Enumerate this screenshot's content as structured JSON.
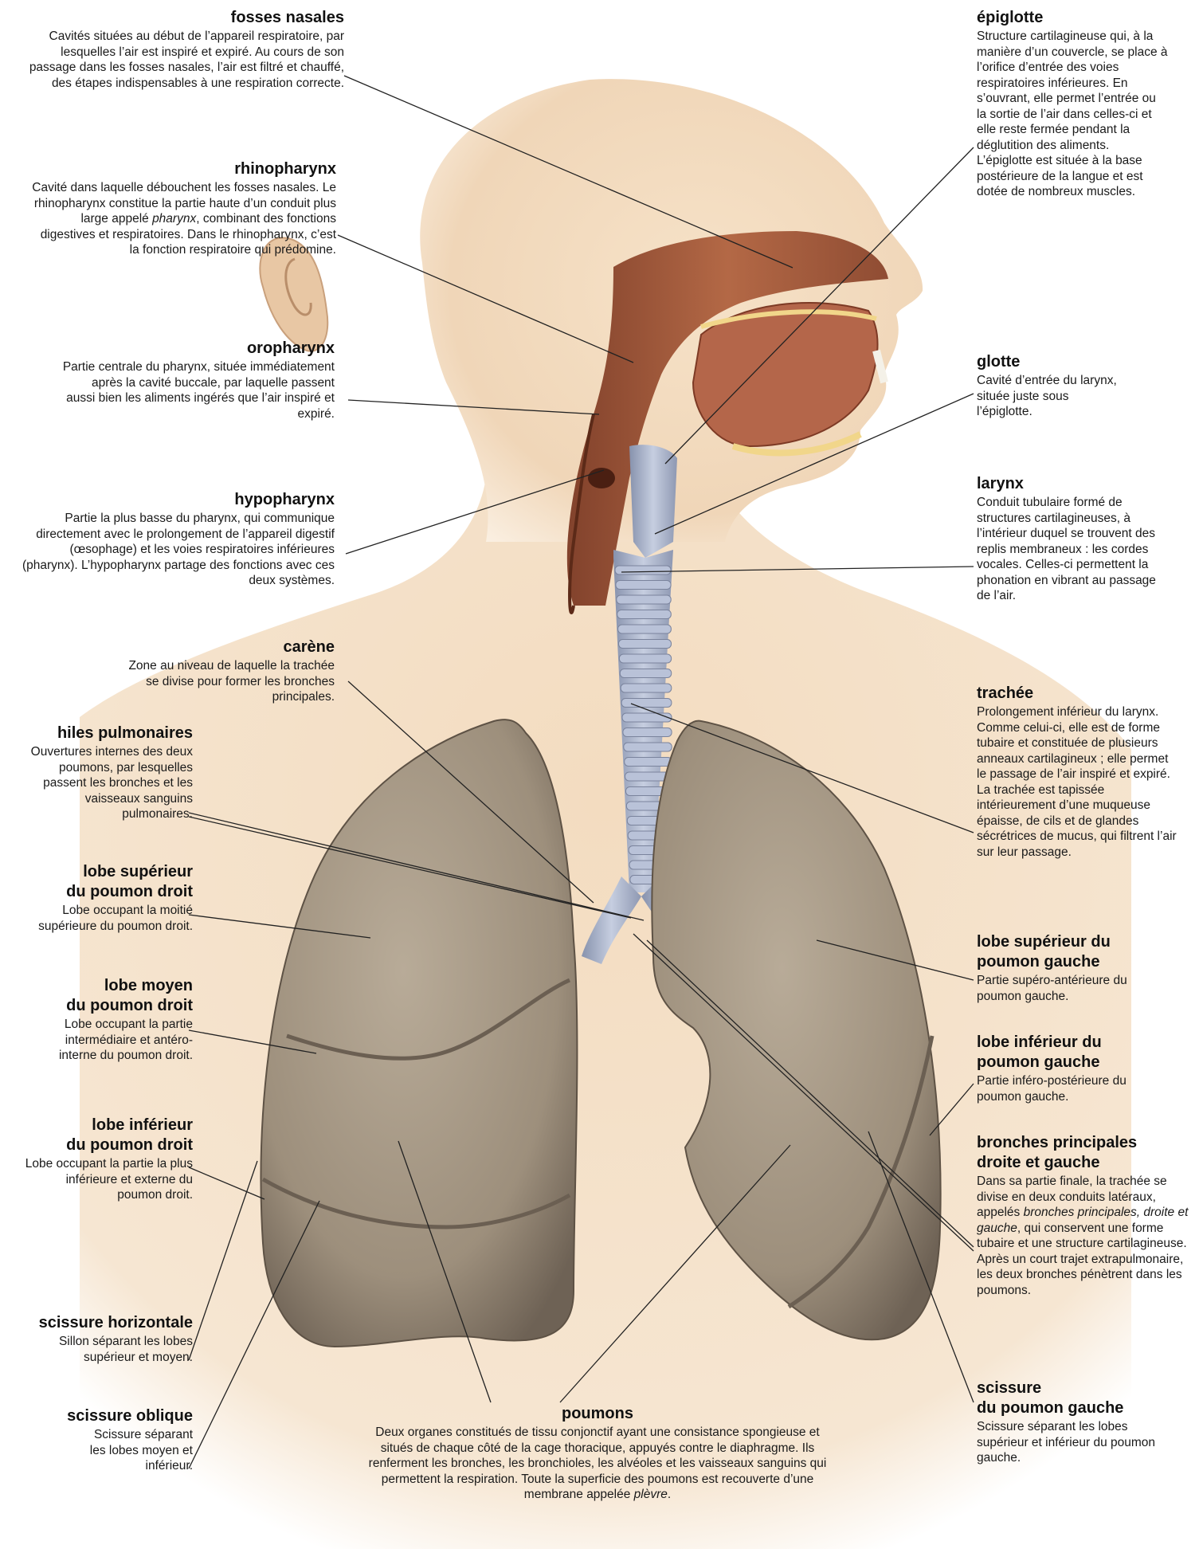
{
  "labels": {
    "fosses_nasales": {
      "title": "fosses nasales",
      "text": "Cavités situées au début de l’appareil respiratoire, par lesquelles l’air est inspiré et expiré. Au cours de son passage dans les fosses nasales, l’air est filtré et chauffé, des étapes indispensables à une respiration correcte."
    },
    "rhinopharynx": {
      "title": "rhinopharynx",
      "text_before": "Cavité dans laquelle débouchent les fosses nasales. Le rhinopharynx constitue la partie haute d’un conduit plus large appelé ",
      "text_em": "pharynx",
      "text_after": ", combinant des fonctions digestives et respiratoires. Dans le rhinopharynx, c’est la fonction respiratoire qui prédomine."
    },
    "oropharynx": {
      "title": "oropharynx",
      "text": "Partie centrale du pharynx, située immédiatement après la cavité buccale, par laquelle passent aussi bien les aliments ingérés que l’air inspiré et expiré."
    },
    "hypopharynx": {
      "title": "hypopharynx",
      "text": "Partie la plus basse du pharynx, qui communique directement avec le prolongement de l’appareil digestif (œsophage) et les voies respiratoires inférieures (pharynx). L’hypopharynx partage des fonctions avec ces deux systèmes."
    },
    "carene": {
      "title": "carène",
      "text": "Zone au niveau de laquelle la trachée se divise pour former les bronches principales."
    },
    "hiles_pulmonaires": {
      "title": "hiles pulmonaires",
      "text": "Ouvertures internes des deux poumons, par lesquelles passent les bronches et les vaisseaux sanguins pulmonaires."
    },
    "lobe_sup_droit": {
      "title_1": "lobe supérieur",
      "title_2": "du poumon droit",
      "text": "Lobe occupant la moitié supérieure du poumon droit."
    },
    "lobe_moyen_droit": {
      "title_1": "lobe moyen",
      "title_2": "du poumon droit",
      "text": "Lobe occupant la partie intermédiaire et antéro-interne du poumon droit."
    },
    "lobe_inf_droit": {
      "title_1": "lobe inférieur",
      "title_2": "du poumon droit",
      "text": "Lobe occupant la partie la plus inférieure et externe du poumon droit."
    },
    "scissure_horizontale": {
      "title": "scissure horizontale",
      "text": "Sillon séparant les lobes supérieur et moyen."
    },
    "scissure_oblique": {
      "title": "scissure oblique",
      "text": "Scissure séparant les lobes moyen et inférieur."
    },
    "poumons": {
      "title": "poumons",
      "text_before": "Deux organes constitués de tissu conjonctif ayant une consistance spongieuse et situés de chaque côté de la cage thoracique, appuyés contre le diaphragme. Ils renferment les bronches, les bronchioles, les alvéoles et les vaisseaux sanguins qui permettent la respiration. Toute la superficie des poumons est recouverte d’une membrane appelée ",
      "text_em": "plèvre",
      "text_after": "."
    },
    "epiglotte": {
      "title": "épiglotte",
      "text": "Structure cartilagineuse qui, à la manière d’un couvercle, se place à l’orifice d’entrée des voies respiratoires inférieures. En s’ouvrant, elle permet l’entrée ou la sortie de l’air dans celles-ci et elle reste fermée pendant la déglutition des aliments. L’épiglotte est située à la base postérieure de la langue et est dotée de nombreux muscles."
    },
    "glotte": {
      "title": "glotte",
      "text": "Cavité d’entrée du larynx, située juste sous l’épiglotte."
    },
    "larynx": {
      "title": "larynx",
      "text": "Conduit tubulaire formé de structures cartilagineuses, à l’intérieur duquel se trouvent des replis membraneux : les cordes vocales. Celles-ci permettent la phonation en vibrant au passage de l’air."
    },
    "trachee": {
      "title": "trachée",
      "text": "Prolongement inférieur du larynx. Comme celui-ci, elle est de forme tubaire et constituée de plusieurs anneaux cartilagineux ; elle permet le passage de l’air inspiré et expiré. La trachée est tapissée intérieurement d’une muqueuse épaisse, de cils et de glandes sécrétrices de mucus, qui filtrent l’air sur leur passage."
    },
    "lobe_sup_gauche": {
      "title_1": "lobe supérieur du",
      "title_2": "poumon gauche",
      "text": "Partie supéro-antérieure du poumon gauche."
    },
    "lobe_inf_gauche": {
      "title_1": "lobe inférieur du",
      "title_2": "poumon gauche",
      "text": "Partie inféro-postérieure du poumon gauche."
    },
    "bronches": {
      "title_1": "bronches principales",
      "title_2": "droite et gauche",
      "text_before": "Dans sa partie finale, la trachée se divise en deux conduits latéraux, appelés ",
      "text_em": "bronches principales, droite et gauche",
      "text_after": ", qui conservent une forme tubaire et une structure cartilagineuse. Après un court trajet extrapulmonaire, les deux bronches pénètrent dans les poumons."
    },
    "scissure_gauche": {
      "title_1": "scissure",
      "title_2": "du poumon gauche",
      "text": "Scissure séparant les lobes supérieur et inférieur du poumon gauche."
    }
  },
  "colors": {
    "skin": "#f3dcc0",
    "lung": "#a89a88",
    "pharynx": "#a0553a",
    "trachea": "#aab4cc",
    "leader": "#222222"
  }
}
